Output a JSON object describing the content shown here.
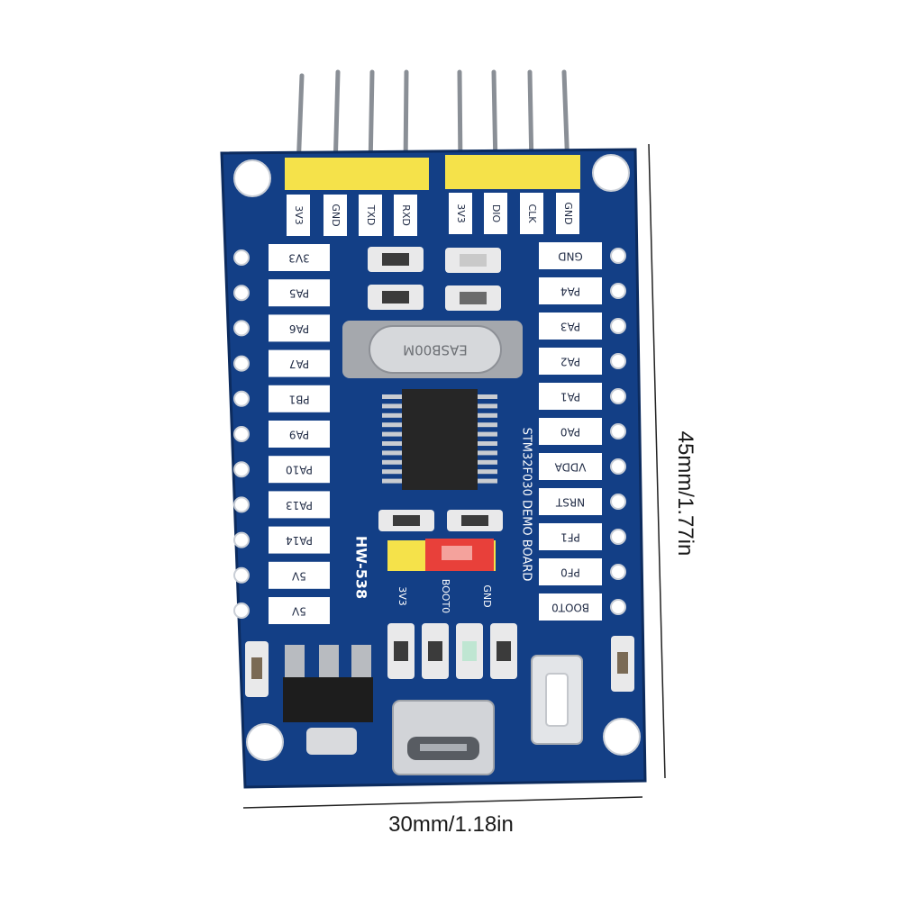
{
  "dimensions": {
    "width_text": "30mm/1.18in",
    "height_text": "45mm/1.77in"
  },
  "board": {
    "model": "HW-538",
    "name": "STM32F030 DEMO BOARD",
    "crystal": "EASB00M",
    "colors": {
      "pcb": "#133f86",
      "silk": "#ffffff",
      "header": "#f5e24a",
      "jumper": "#e8403a"
    },
    "top_left_header": [
      "3V3",
      "GND",
      "TXD",
      "RXD"
    ],
    "top_right_header": [
      "3V3",
      "DIO",
      "CLK",
      "GND"
    ],
    "left_pins": [
      "3V3",
      "PA5",
      "PA6",
      "PA7",
      "PB1",
      "PA9",
      "PA10",
      "PA13",
      "PA14",
      "5V",
      "5V"
    ],
    "right_pins": [
      "GND",
      "PA4",
      "PA3",
      "PA2",
      "PA1",
      "PA0",
      "VDDA",
      "NRST",
      "PF1",
      "PF0",
      "BOOT0"
    ],
    "boot_jumper": [
      "3V3",
      "BOOT0",
      "GND"
    ]
  }
}
